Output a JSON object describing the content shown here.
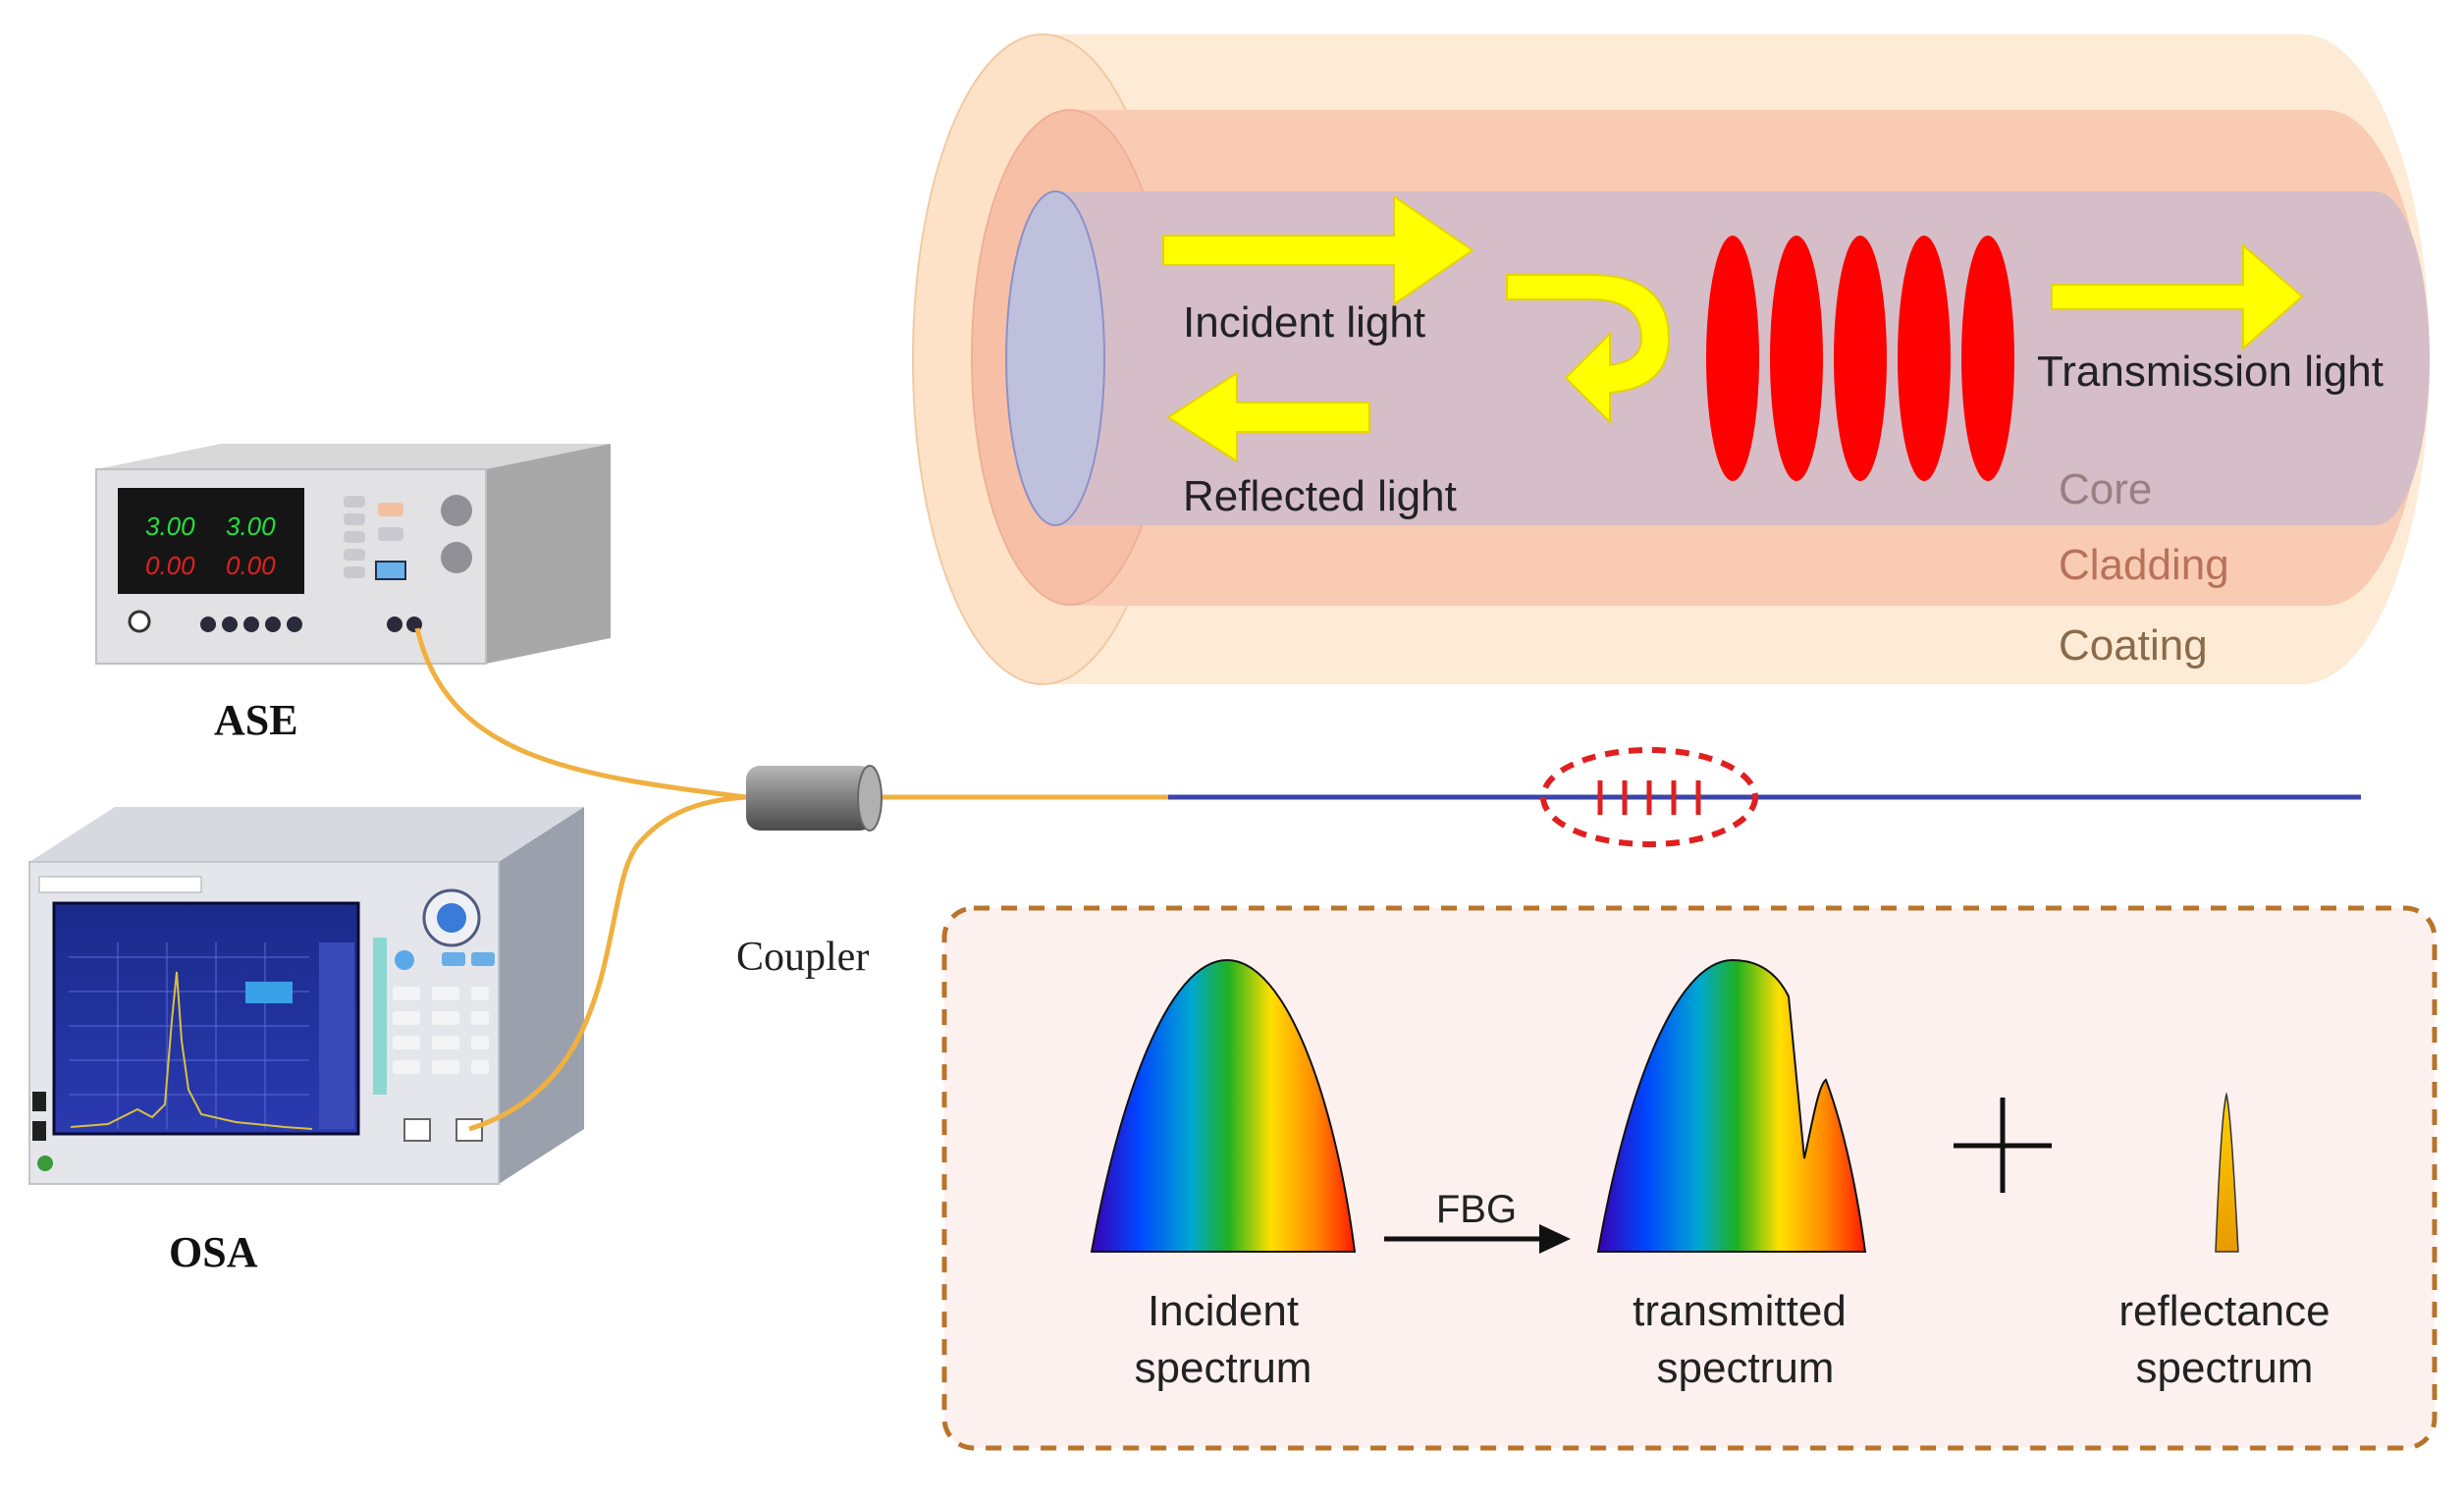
{
  "fiber": {
    "incident_light": "Incident light",
    "reflected_light": "Reflected light",
    "transmission_light": "Transmission light",
    "core": "Core",
    "cladding": "Cladding",
    "coating": "Coating"
  },
  "devices": {
    "ase": "ASE",
    "osa": "OSA",
    "coupler": "Coupler",
    "ase_display": {
      "top_left": "3.00",
      "top_right": "3.00",
      "bottom_left": "0.00",
      "bottom_right": "0.00"
    }
  },
  "spectra": {
    "incident_line1": "Incident",
    "incident_line2": "spectrum",
    "fbg": "FBG",
    "transmitted_line1": "transmitted",
    "transmitted_line2": "spectrum",
    "reflectance_line1": "reflectance",
    "reflectance_line2": "spectrum"
  },
  "colors": {
    "arrow_yellow": "#ffff00",
    "grating_red": "#ff0000",
    "fiber_blue": "#3b45a8",
    "patch_cord_orange": "#f0b040",
    "dashed_box": "#b8742a"
  }
}
